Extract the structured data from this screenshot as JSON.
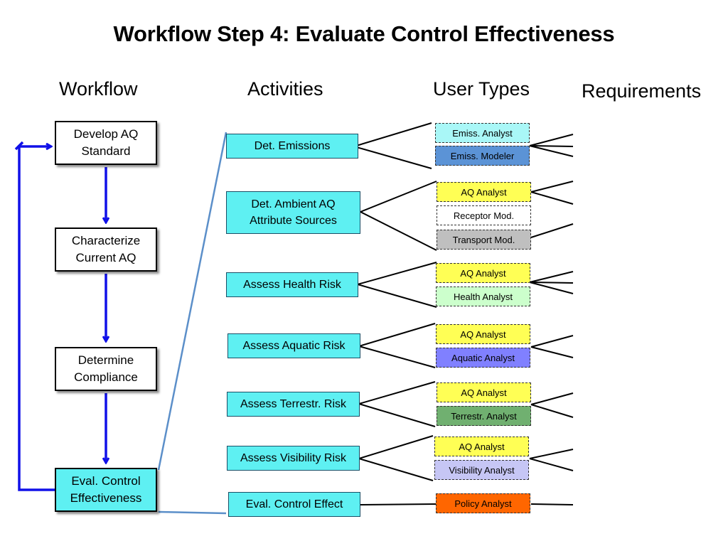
{
  "title": "Workflow Step 4: Evaluate Control Effectiveness",
  "columns": {
    "workflow": "Workflow",
    "activities": "Activities",
    "user_types": "User Types",
    "requirements": "Requirements"
  },
  "workflow": [
    {
      "label": "Develop AQ\nStandard"
    },
    {
      "label": "Characterize\nCurrent AQ"
    },
    {
      "label": "Determine\nCompliance"
    },
    {
      "label": "Eval. Control\nEffectiveness"
    }
  ],
  "activities": [
    {
      "label": "Det. Emissions"
    },
    {
      "label": "Det. Ambient AQ\nAttribute Sources"
    },
    {
      "label": "Assess Health Risk"
    },
    {
      "label": "Assess Aquatic Risk"
    },
    {
      "label": "Assess Terrestr. Risk"
    },
    {
      "label": "Assess Visibility Risk"
    },
    {
      "label": "Eval. Control Effect"
    }
  ],
  "user_types": [
    {
      "label": "Emiss. Analyst",
      "color": "#a9f7f7"
    },
    {
      "label": "Emiss. Modeler",
      "color": "#5b93d6"
    },
    {
      "label": "AQ Analyst",
      "color": "#ffff55"
    },
    {
      "label": "Receptor Mod.",
      "color": "#ffffff"
    },
    {
      "label": "Transport Mod.",
      "color": "#bfbfbf"
    },
    {
      "label": "AQ Analyst",
      "color": "#ffff55"
    },
    {
      "label": "Health Analyst",
      "color": "#ccffcc"
    },
    {
      "label": "AQ Analyst",
      "color": "#ffff55"
    },
    {
      "label": "Aquatic Analyst",
      "color": "#8080ff"
    },
    {
      "label": "AQ Analyst",
      "color": "#ffff55"
    },
    {
      "label": "Terrestr. Analyst",
      "color": "#70b070"
    },
    {
      "label": "AQ Analyst",
      "color": "#ffff55"
    },
    {
      "label": "Visibility Analyst",
      "color": "#c6c6f5"
    },
    {
      "label": "Policy Analyst",
      "color": "#ff6600"
    }
  ],
  "colors": {
    "arrow": "#1010e8",
    "connector": "#5b8fc9",
    "activity_fill": "#5ef0f2"
  }
}
